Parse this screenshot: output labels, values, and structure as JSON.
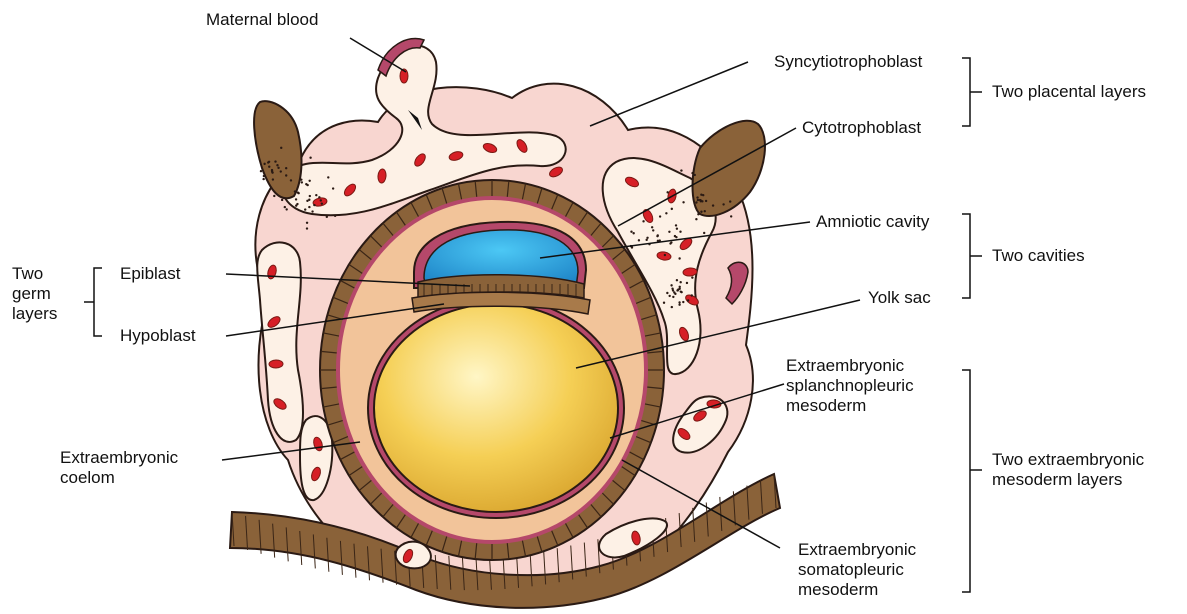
{
  "labels": {
    "maternal_blood": "Maternal blood",
    "syncytiotrophoblast": "Syncytiotrophoblast",
    "cytotrophoblast": "Cytotrophoblast",
    "amniotic_cavity": "Amniotic cavity",
    "yolk_sac": "Yolk sac",
    "epiblast": "Epiblast",
    "hypoblast": "Hypoblast",
    "extraembryonic_coelom": [
      "Extraembryonic",
      "coelom"
    ],
    "splanchnopleuric": [
      "Extraembryonic",
      "splanchnopleuric",
      "mesoderm"
    ],
    "somatopleuric": [
      "Extraembryonic",
      "somatopleuric",
      "mesoderm"
    ]
  },
  "groups": {
    "placental_layers": "Two placental layers",
    "cavities": "Two cavities",
    "germ_layers": [
      "Two",
      "germ",
      "layers"
    ],
    "mesoderm_layers": [
      "Two extraembryonic",
      "mesoderm layers"
    ]
  },
  "colors": {
    "syncytiotrophoblast": "#f8d6d0",
    "cytotrophoblast": "#8a6239",
    "coelom": "#f2c49a",
    "yolk_sac": "#f2c94c",
    "amniotic_cavity": "#2aa6e0",
    "mesoderm": "#b5486a",
    "lacunae": "#fdf1e6",
    "blood_cell": "#d61f26",
    "endometrium": "#8a6239"
  }
}
